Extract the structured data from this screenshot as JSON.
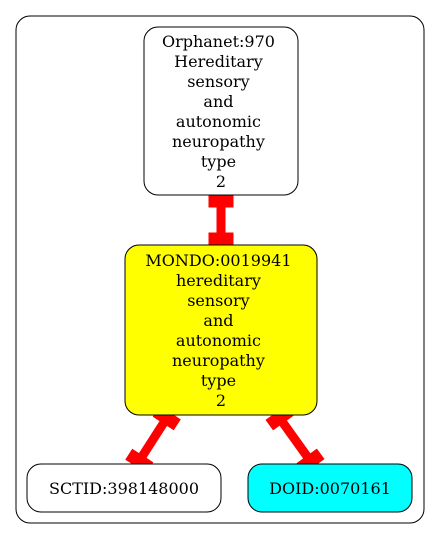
{
  "graph": {
    "nodes": [
      {
        "id": "orphanet",
        "lines": [
          "Orphanet:970",
          "Hereditary",
          "sensory",
          "and",
          "autonomic",
          "neuropathy",
          "type",
          "2"
        ],
        "fill": "#ffffff"
      },
      {
        "id": "mondo",
        "lines": [
          "MONDO:0019941",
          "hereditary",
          "sensory",
          "and",
          "autonomic",
          "neuropathy",
          "type",
          "2"
        ],
        "fill": "#ffff00"
      },
      {
        "id": "sctid",
        "lines": [
          "SCTID:398148000"
        ],
        "fill": "#ffffff"
      },
      {
        "id": "doid",
        "lines": [
          "DOID:0070161"
        ],
        "fill": "#00ffff"
      }
    ],
    "edges": [
      {
        "from": "orphanet",
        "to": "mondo"
      },
      {
        "from": "mondo",
        "to": "sctid"
      },
      {
        "from": "mondo",
        "to": "doid"
      }
    ],
    "colors": {
      "edge": "#ff0000",
      "stroke": "#000000",
      "background": "#ffffff"
    }
  }
}
